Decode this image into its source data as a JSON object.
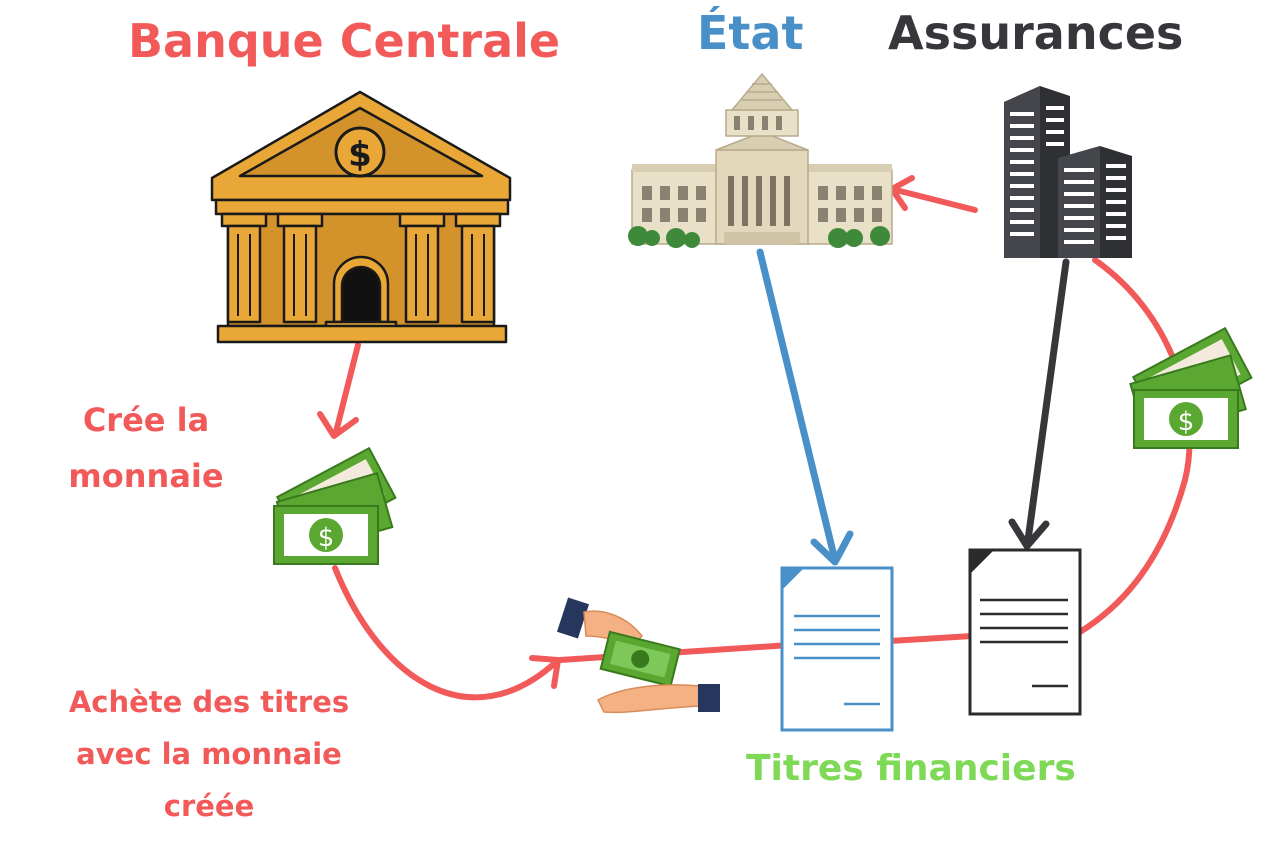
{
  "labels": {
    "banque_centrale": "Banque Centrale",
    "etat": "État",
    "assurances": "Assurances",
    "cree_line1": "Crée la",
    "cree_line2": "monnaie",
    "achete_line1": "Achète des titres",
    "achete_line2": "avec la monnaie",
    "achete_line3": "créée",
    "titres_financiers": "Titres financiers"
  },
  "icons": {
    "bank": "bank-building-icon",
    "dollar": "dollar-sign-icon",
    "parliament": "parliament-building-icon",
    "skyscrapers": "office-towers-icon",
    "banknotes": "banknotes-icon",
    "handshake": "hands-exchanging-money-icon",
    "document": "document-icon"
  },
  "colors": {
    "red": "#f25a5a",
    "blue": "#4a90c8",
    "dark": "#36373b",
    "green": "#7ed957",
    "gold": "#e8a736",
    "money_green": "#5aa832"
  }
}
